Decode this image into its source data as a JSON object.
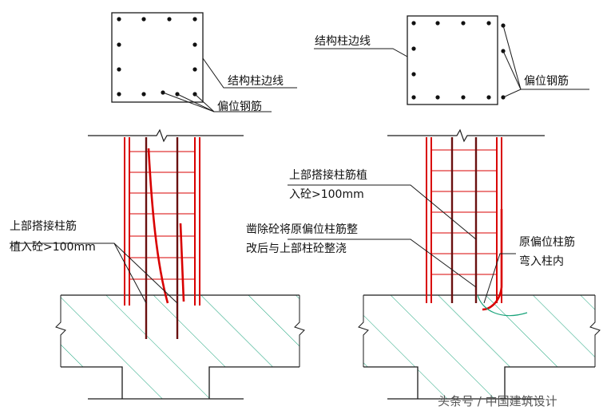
{
  "labels": {
    "left_section_edge": "结构柱边线",
    "left_section_offset": "偏位钢筋",
    "right_section_edge": "结构柱边线",
    "right_section_offset": "偏位钢筋",
    "left_elev_1": "上部搭接柱筋",
    "left_elev_2": "植入砼>100mm",
    "right_elev_top_1": "上部搭接柱筋植",
    "right_elev_top_2": "入砼>100mm",
    "right_elev_mid_1": "凿除砼将原偏位柱筋整",
    "right_elev_mid_2": "改后与上部柱砼整浇",
    "right_elev_bend_1": "原偏位柱筋",
    "right_elev_bend_2": "弯入柱内"
  },
  "watermark": "头条号 / 中国建筑设计",
  "colors": {
    "line": "#1a1a1a",
    "rebar": "#d90000",
    "hatch": "#18a37a"
  }
}
